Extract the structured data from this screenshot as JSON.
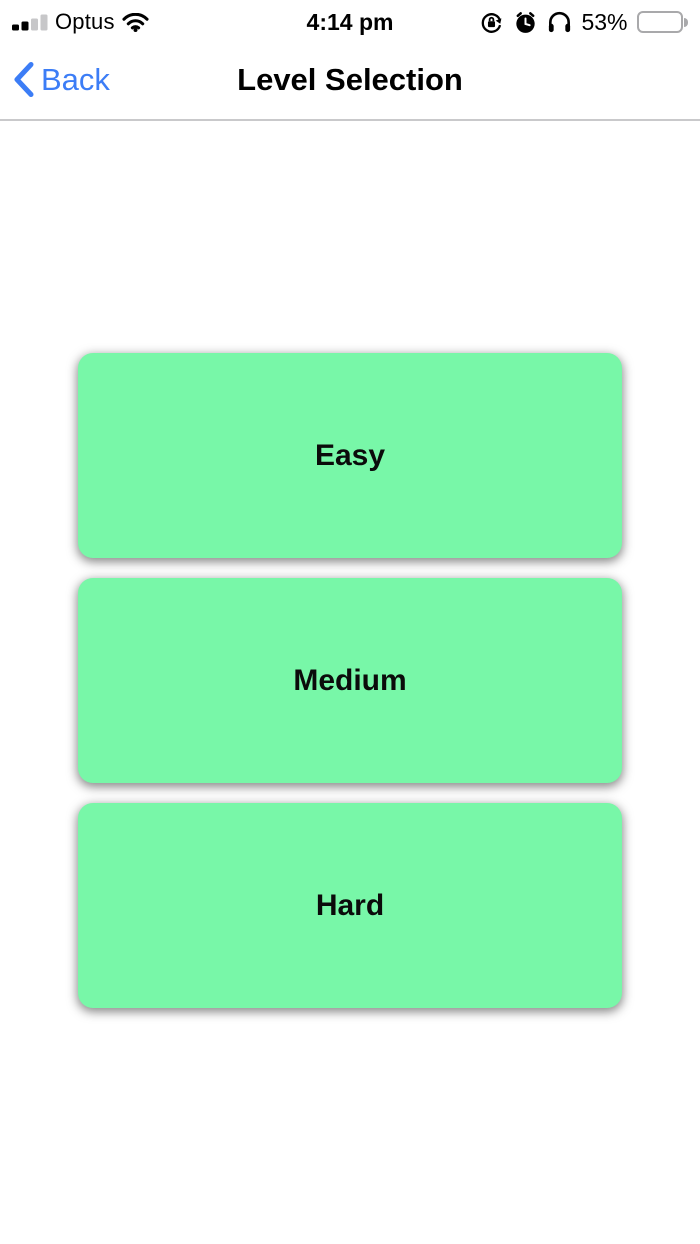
{
  "status_bar": {
    "carrier": "Optus",
    "time": "4:14 pm",
    "battery_percent": "53%",
    "signal_bars_filled": 2,
    "signal_bars_total": 4,
    "icons": [
      "cellular-signal-icon",
      "wifi-icon",
      "orientation-lock-icon",
      "alarm-icon",
      "headphones-icon",
      "battery-icon"
    ]
  },
  "nav_bar": {
    "back_label": "Back",
    "title": "Level Selection"
  },
  "levels": {
    "buttons": [
      {
        "label": "Easy"
      },
      {
        "label": "Medium"
      },
      {
        "label": "Hard"
      }
    ]
  },
  "colors": {
    "button_green": "#78f7a8",
    "ios_blue": "#3c7df6",
    "divider_gray": "#c9c9cb",
    "signal_inactive_gray": "#c7c7c9"
  }
}
